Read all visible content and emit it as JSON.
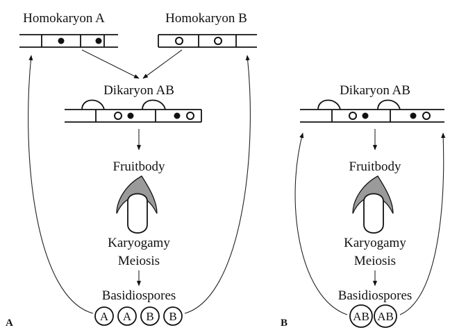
{
  "colors": {
    "ink": "#111111",
    "cap_fill": "#9a9a9a",
    "background": "#ffffff"
  },
  "panel_a": {
    "letter": "A",
    "homokaryon_a": "Homokaryon A",
    "homokaryon_b": "Homokaryon B",
    "dikaryon": "Dikaryon AB",
    "fruitbody": "Fruitbody",
    "karyogamy": "Karyogamy",
    "meiosis": "Meiosis",
    "basidiospores": "Basidiospores",
    "spores": [
      "A",
      "A",
      "B",
      "B"
    ]
  },
  "panel_b": {
    "letter": "B",
    "dikaryon": "Dikaryon AB",
    "fruitbody": "Fruitbody",
    "karyogamy": "Karyogamy",
    "meiosis": "Meiosis",
    "basidiospores": "Basidiospores",
    "spores": [
      "AB",
      "AB"
    ]
  },
  "nucleus_icons": {
    "filled": "filled-nucleus-icon",
    "open": "open-nucleus-icon",
    "clamp": "clamp-connection-icon",
    "fruitbody": "mushroom-fruitbody-icon"
  }
}
